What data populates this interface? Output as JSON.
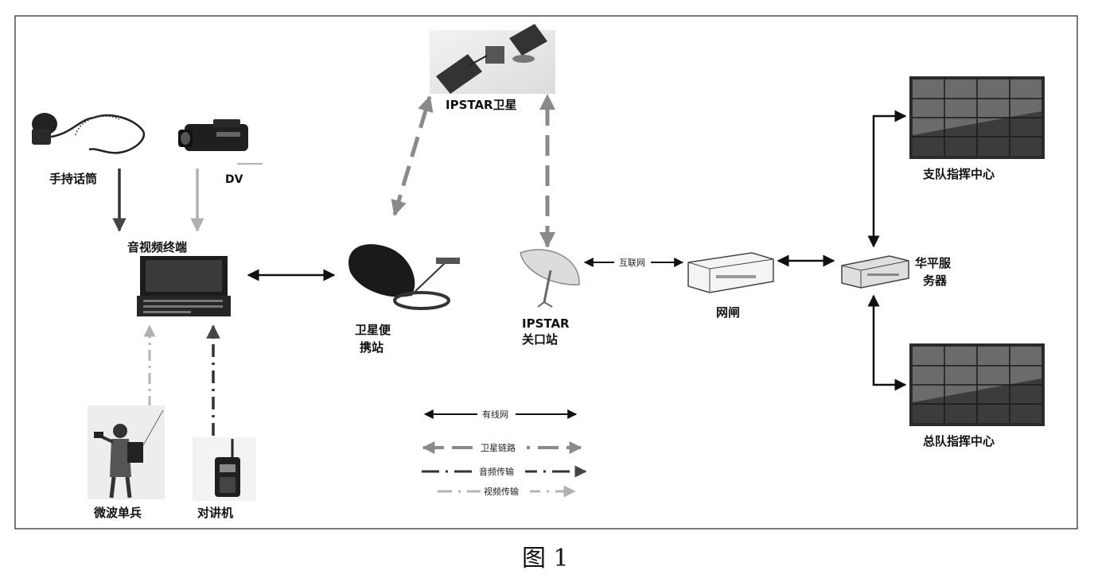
{
  "labels": {
    "handheld_mic": "手持话筒",
    "dv": "DV",
    "av_terminal": "音视频终端",
    "microwave_soldier": "微波单兵",
    "walkie_talkie": "对讲机",
    "satellite": "IPSTAR卫星",
    "portable_station_line1": "卫星便",
    "portable_station_line2": "携站",
    "gateway_line1": "IPSTAR",
    "gateway_line2": "关口站",
    "internet": "互联网",
    "gatekeeper": "网闸",
    "server_line1": "华平服",
    "server_line2": "务器",
    "detachment_center": "支队指挥中心",
    "general_center": "总队指挥中心"
  },
  "legend": {
    "wired": "有线网",
    "satellite_link": "卫星链路",
    "audio": "音频传输",
    "video": "视频传输"
  },
  "caption": "图 1",
  "colors": {
    "wired": "#111111",
    "satellite_link": "#8a8a8a",
    "audio": "#333333",
    "video": "#b5b5b5"
  }
}
